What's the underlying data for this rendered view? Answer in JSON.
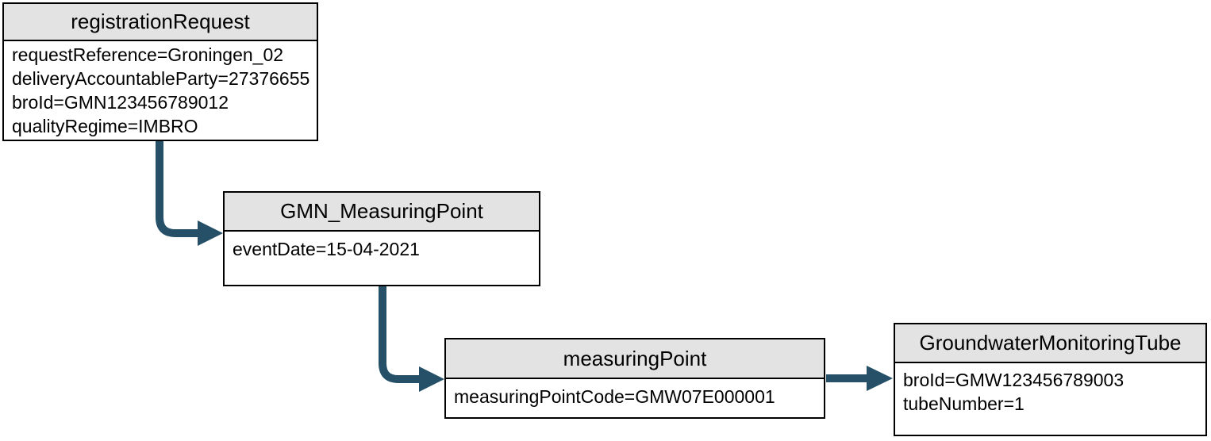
{
  "diagram": {
    "background_color": "#ffffff",
    "box_border_color": "#000000",
    "header_fill_color": "#e3e3e3",
    "text_color": "#000000",
    "arrow_color": "#255068",
    "nodes": [
      {
        "title": "registrationRequest",
        "attributes": [
          "requestReference=Groningen_02",
          "deliveryAccountableParty=27376655",
          "broId=GMN123456789012",
          "qualityRegime=IMBRO"
        ]
      },
      {
        "title": "GMN_MeasuringPoint",
        "attributes": [
          "eventDate=15-04-2021"
        ]
      },
      {
        "title": "measuringPoint",
        "attributes": [
          "measuringPointCode=GMW07E000001"
        ]
      },
      {
        "title": "GroundwaterMonitoringTube",
        "attributes": [
          "broId=GMW123456789003",
          "tubeNumber=1"
        ]
      }
    ],
    "connections": [
      {
        "from": "registrationRequest",
        "to": "GMN_MeasuringPoint"
      },
      {
        "from": "GMN_MeasuringPoint",
        "to": "measuringPoint"
      },
      {
        "from": "measuringPoint",
        "to": "GroundwaterMonitoringTube"
      }
    ]
  }
}
